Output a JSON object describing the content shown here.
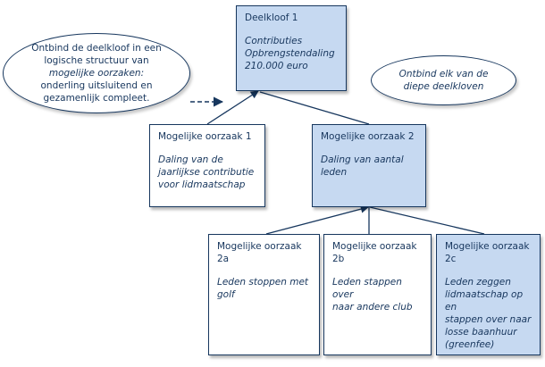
{
  "root": {
    "title": "Deelkloof 1",
    "desc": "Contributies\nOpbrengstendaling\n210.000 euro"
  },
  "cause1": {
    "title": "Mogelijke oorzaak 1",
    "desc": "Daling van de\njaarlijkse contributie\nvoor lidmaatschap"
  },
  "cause2": {
    "title": "Mogelijke oorzaak 2",
    "desc": "Daling van aantal leden"
  },
  "cause2a": {
    "title": "Mogelijke oorzaak\n2a",
    "desc": "Leden stoppen met\ngolf"
  },
  "cause2b": {
    "title": "Mogelijke oorzaak\n2b",
    "desc": "Leden stappen over\nnaar andere club"
  },
  "cause2c": {
    "title": "Mogelijke oorzaak\n2c",
    "desc": "Leden  zeggen\nlidmaatschap op en\nstappen over naar\nlosse baanhuur\n(greenfee)"
  },
  "note_left": {
    "line1": "Ontbind de deelkloof in een",
    "line2": "logische structuur van",
    "line3": "mogelijke oorzaken:",
    "line4": "onderling uitsluitend en",
    "line5": "gezamenlijk compleet."
  },
  "note_right": {
    "line1": "Ontbind elk van de",
    "line2": "diepe deelkloven"
  },
  "colors": {
    "border": "#17375e",
    "text": "#17365d",
    "highlight_fill": "#c6d9f1",
    "plain_fill": "#ffffff"
  }
}
